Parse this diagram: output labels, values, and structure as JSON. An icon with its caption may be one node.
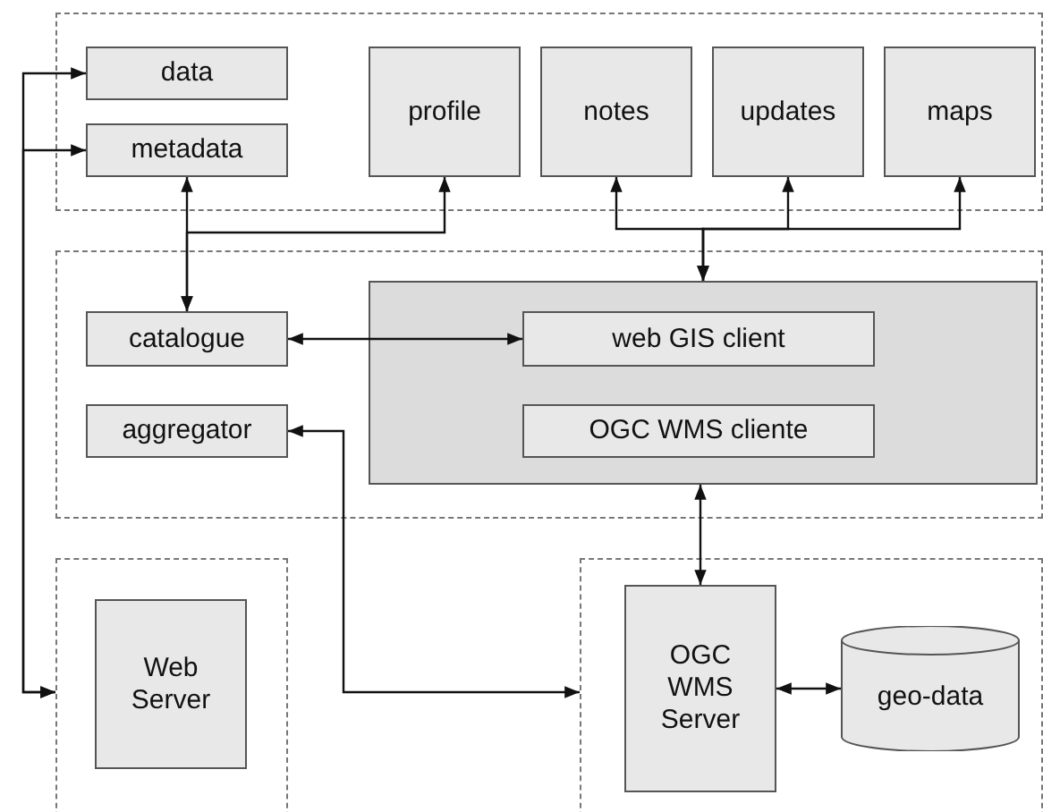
{
  "diagram": {
    "nodes": [
      {
        "text": [],
        "shape": "frame"
      },
      {
        "text": [
          "data"
        ],
        "in": 0
      },
      {
        "text": [
          "metadata"
        ],
        "in": 0
      },
      {
        "text": [
          "profile"
        ],
        "in": 0
      },
      {
        "text": [
          "notes"
        ],
        "in": 0
      },
      {
        "text": [
          "updates"
        ],
        "in": 0
      },
      {
        "text": [
          "maps"
        ],
        "in": 0
      },
      {
        "text": [],
        "shape": "frame"
      },
      {
        "text": [
          "catalogue"
        ],
        "in": 7
      },
      {
        "text": [
          "aggregator"
        ],
        "in": 7
      },
      {
        "text": [],
        "shape": "box",
        "in": 7
      },
      {
        "text": [
          "web GIS client"
        ],
        "in": 10
      },
      {
        "text": [
          "OGC WMS cliente"
        ],
        "in": 10
      },
      {
        "text": [],
        "shape": "frame"
      },
      {
        "text": [
          "Web Server"
        ],
        "in": 13
      },
      {
        "text": [],
        "shape": "frame"
      },
      {
        "text": [
          "OGC WMS Server"
        ],
        "in": 15
      },
      {
        "text": [
          "geo-data"
        ],
        "in": 15
      }
    ],
    "edges": [
      {
        "from": 13,
        "to": 1,
        "arrow": "both"
      },
      {
        "from": 13,
        "to": 2,
        "arrow": "both"
      },
      {
        "from": 8,
        "to": 2,
        "arrow": "both"
      },
      {
        "from": 8,
        "to": 3,
        "arrow": "both"
      },
      {
        "from": 10,
        "to": 4,
        "arrow": "both"
      },
      {
        "from": 10,
        "to": 5,
        "arrow": "both"
      },
      {
        "from": 10,
        "to": 6,
        "arrow": "both"
      },
      {
        "from": 8,
        "to": 11,
        "arrow": "both"
      },
      {
        "from": 9,
        "to": 15,
        "arrow": "both"
      },
      {
        "from": 10,
        "to": 16,
        "arrow": "both"
      },
      {
        "from": 16,
        "to": 17,
        "arrow": "both"
      }
    ]
  }
}
